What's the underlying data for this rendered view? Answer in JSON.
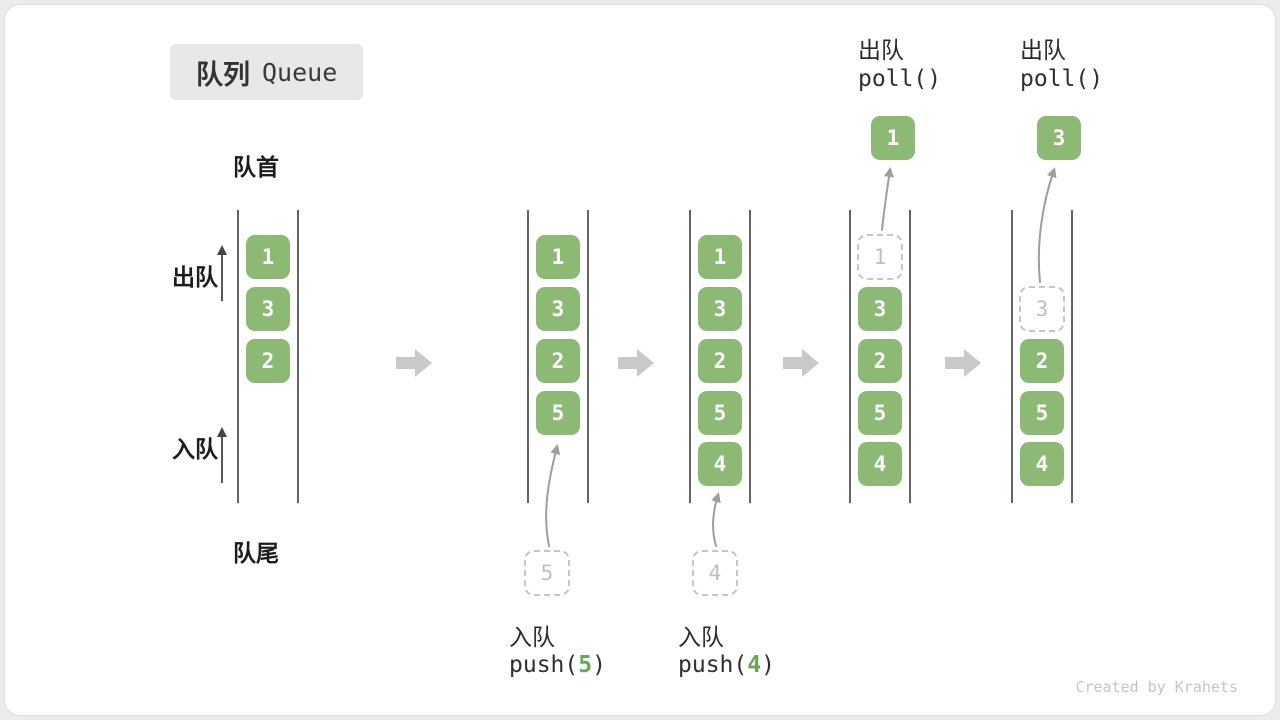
{
  "title": {
    "zh": "队列",
    "en": "Queue"
  },
  "labels": {
    "front": "队首",
    "rear": "队尾",
    "dequeue_side": "出队",
    "enqueue_side": "入队"
  },
  "queues": [
    {
      "cells": [
        "1",
        "3",
        "2"
      ]
    },
    {
      "cells": [
        "1",
        "3",
        "2",
        "5"
      ],
      "incoming_value": "5",
      "op_action": "入队",
      "op_code_prefix": "push(",
      "op_arg": "5",
      "op_code_suffix": ")"
    },
    {
      "cells": [
        "1",
        "3",
        "2",
        "5",
        "4"
      ],
      "incoming_value": "4",
      "op_action": "入队",
      "op_code_prefix": "push(",
      "op_arg": "4",
      "op_code_suffix": ")"
    },
    {
      "cells": [
        "3",
        "2",
        "5",
        "4"
      ],
      "removed_value": "1",
      "popped_value": "1",
      "op_action": "出队",
      "op_code": "poll()"
    },
    {
      "cells": [
        "2",
        "5",
        "4"
      ],
      "removed_value": "3",
      "popped_value": "3",
      "op_action": "出队",
      "op_code": "poll()"
    }
  ],
  "watermark": "Created by Krahets",
  "colors": {
    "green": "#8cba74",
    "highlight_green": "#67a654",
    "block_arrow": "#c9c9c9",
    "curve_arrow": "#9e9e9e",
    "side_arrow": "#454545",
    "rail": "#646464",
    "ghost": "#c6c6c6",
    "watermark": "#c5c5c5"
  }
}
